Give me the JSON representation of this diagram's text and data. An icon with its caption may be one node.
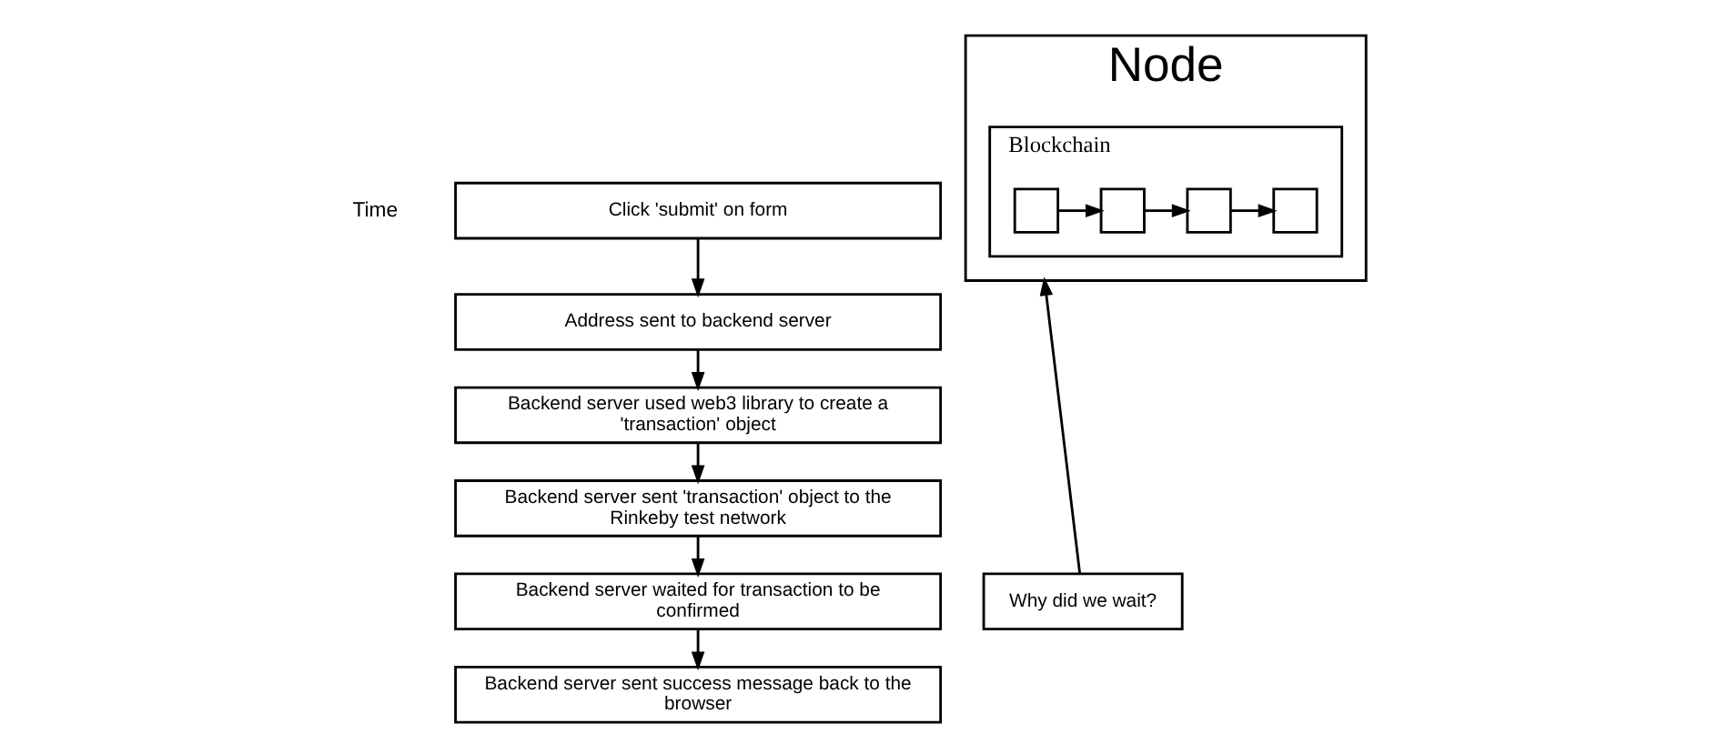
{
  "diagram": {
    "nodes": [
      {
        "text": [
          "Click 'submit' on form"
        ]
      },
      {
        "text": [
          "Address sent to backend server"
        ]
      },
      {
        "text": [
          "Backend server used web3 library to create a 'transaction' object"
        ]
      },
      {
        "text": [
          "Backend server sent 'transaction' object to the Rinkeby test network"
        ]
      },
      {
        "text": [
          "Backend server waited for transaction to be confirmed"
        ]
      },
      {
        "text": [
          "Backend server sent success message back to the browser"
        ]
      },
      {
        "text": [
          "Why did we wait?"
        ]
      },
      {
        "text": [
          "Node"
        ]
      },
      {
        "text": [
          "Blockchain"
        ],
        "in": 7
      },
      {
        "text": [],
        "shape": "box",
        "in": 8
      },
      {
        "text": [],
        "shape": "box",
        "in": 8
      },
      {
        "text": [],
        "shape": "box",
        "in": 8
      },
      {
        "text": [],
        "shape": "box",
        "in": 8
      }
    ],
    "edges": [
      {
        "from": 0,
        "to": 1,
        "arrow": "to"
      },
      {
        "from": 1,
        "to": 2,
        "arrow": "to"
      },
      {
        "from": 2,
        "to": 3,
        "arrow": "to"
      },
      {
        "from": 3,
        "to": 4,
        "arrow": "to"
      },
      {
        "from": 4,
        "to": 5,
        "arrow": "to"
      },
      {
        "from": 6,
        "to": 7,
        "arrow": "to"
      },
      {
        "from": 9,
        "to": 10,
        "arrow": "to"
      },
      {
        "from": 10,
        "to": 11,
        "arrow": "to"
      },
      {
        "from": 11,
        "to": 12,
        "arrow": "to"
      }
    ],
    "labels": [
      "Time"
    ]
  }
}
